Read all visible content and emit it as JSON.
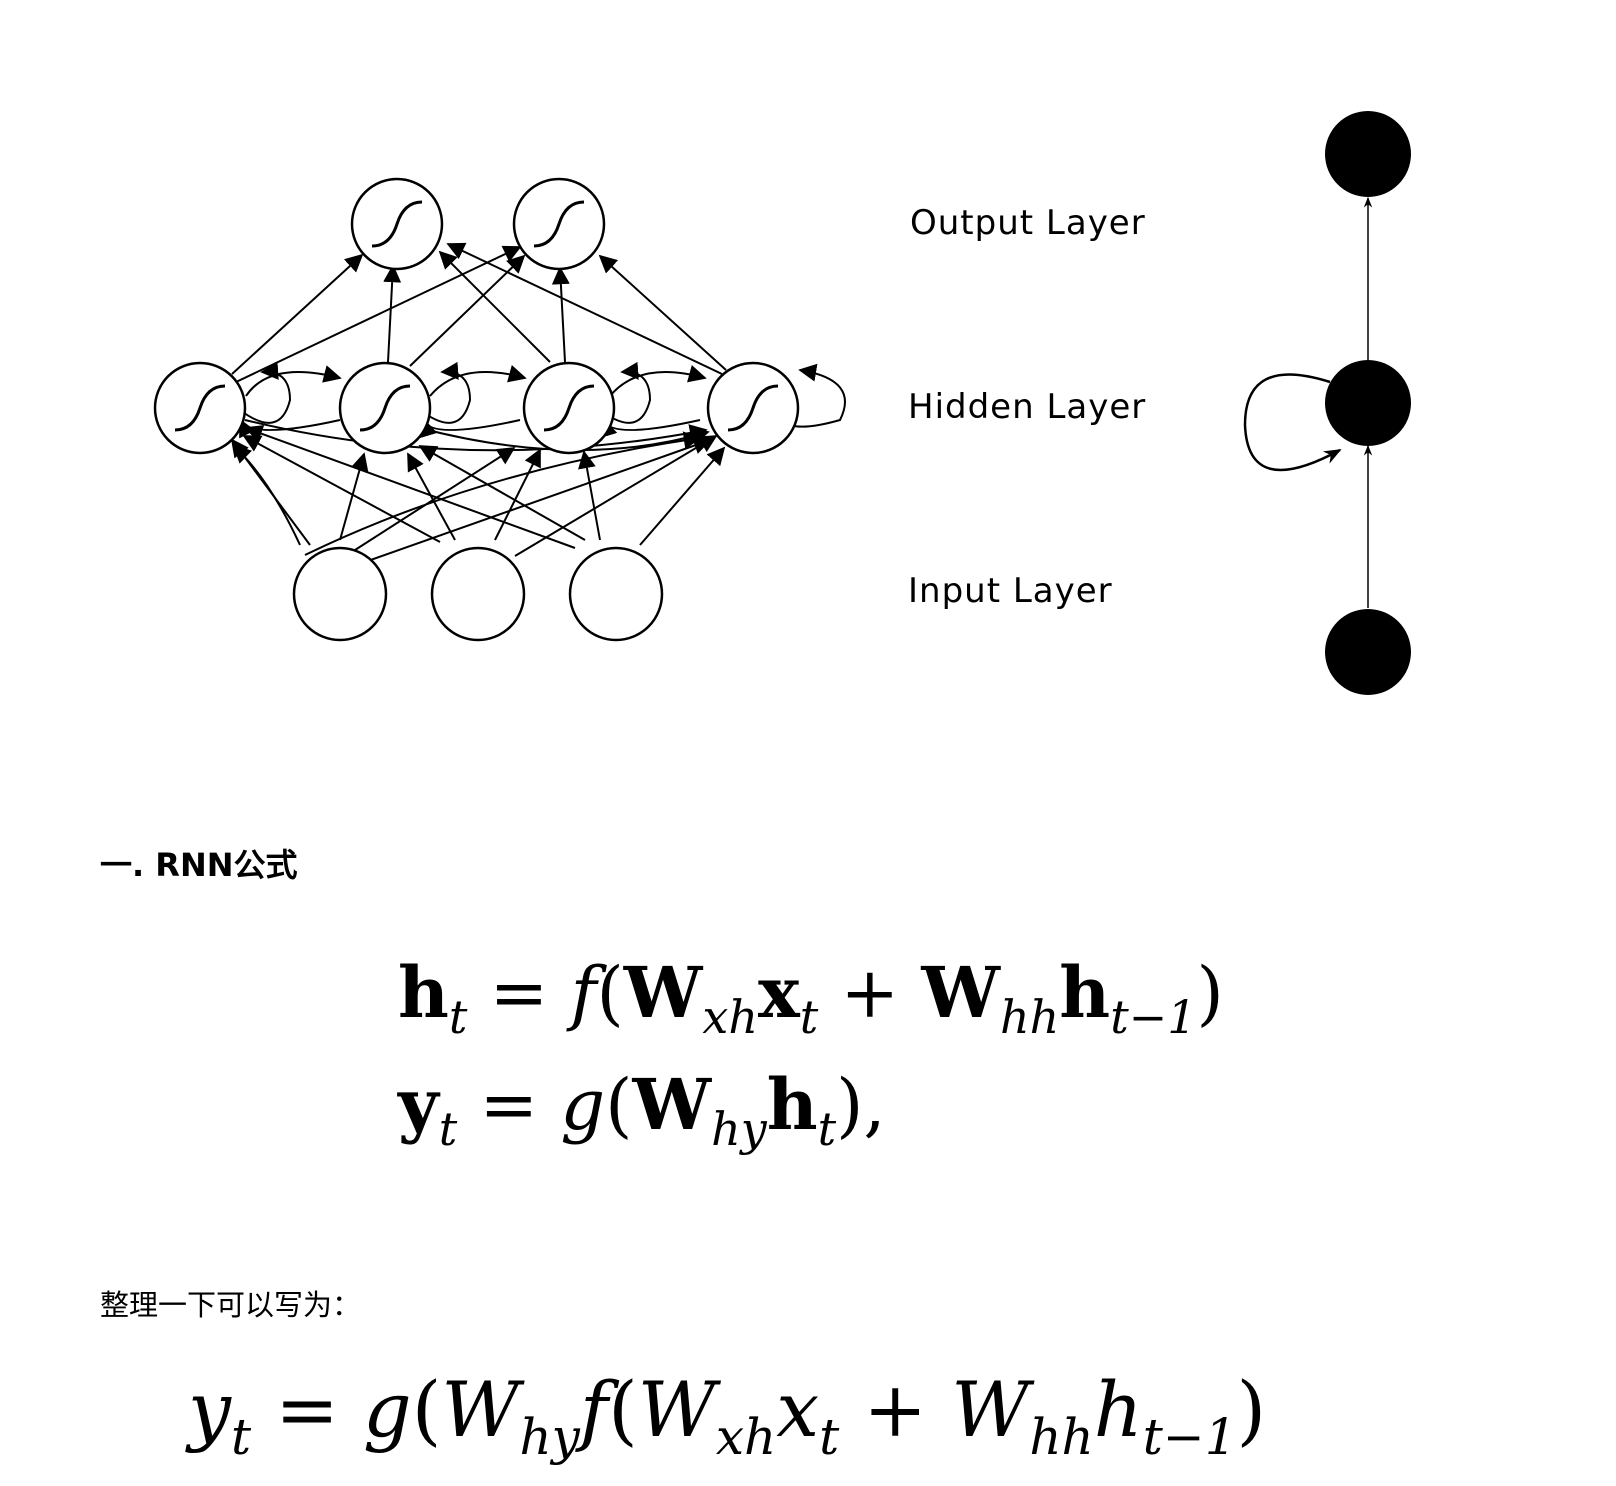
{
  "figure": {
    "labels": {
      "output": "Output Layer",
      "hidden": "Hidden Layer",
      "input": "Input Layer"
    }
  },
  "section": {
    "heading": "一. RNN公式",
    "note": "整理一下可以写为："
  },
  "equations": {
    "eq1": {
      "lhs": "h",
      "lhs_sub": "t",
      "eq": " = ",
      "f": "f",
      "open": "(",
      "w1": "W",
      "w1_sub": "xh",
      "x": "x",
      "x_sub": "t",
      "plus": " + ",
      "w2": "W",
      "w2_sub": "hh",
      "h": "h",
      "h_sub": "t−1",
      "close": ")"
    },
    "eq2": {
      "lhs": "y",
      "lhs_sub": "t",
      "eq": " = ",
      "g": "g",
      "open": "(",
      "w": "W",
      "w_sub": "hy",
      "h": "h",
      "h_sub": "t",
      "close": "),"
    },
    "eq3": {
      "lhs": "y",
      "lhs_sub": "t",
      "eq": " = ",
      "g": "g",
      "open1": "(",
      "w1": "W",
      "w1_sub": "hy",
      "f": "f",
      "open2": "(",
      "w2": "W",
      "w2_sub": "xh",
      "x": "x",
      "x_sub": "t",
      "plus": " + ",
      "w3": "W",
      "w3_sub": "hh",
      "h": "h",
      "h_sub": "t−1",
      "close": ")"
    }
  }
}
